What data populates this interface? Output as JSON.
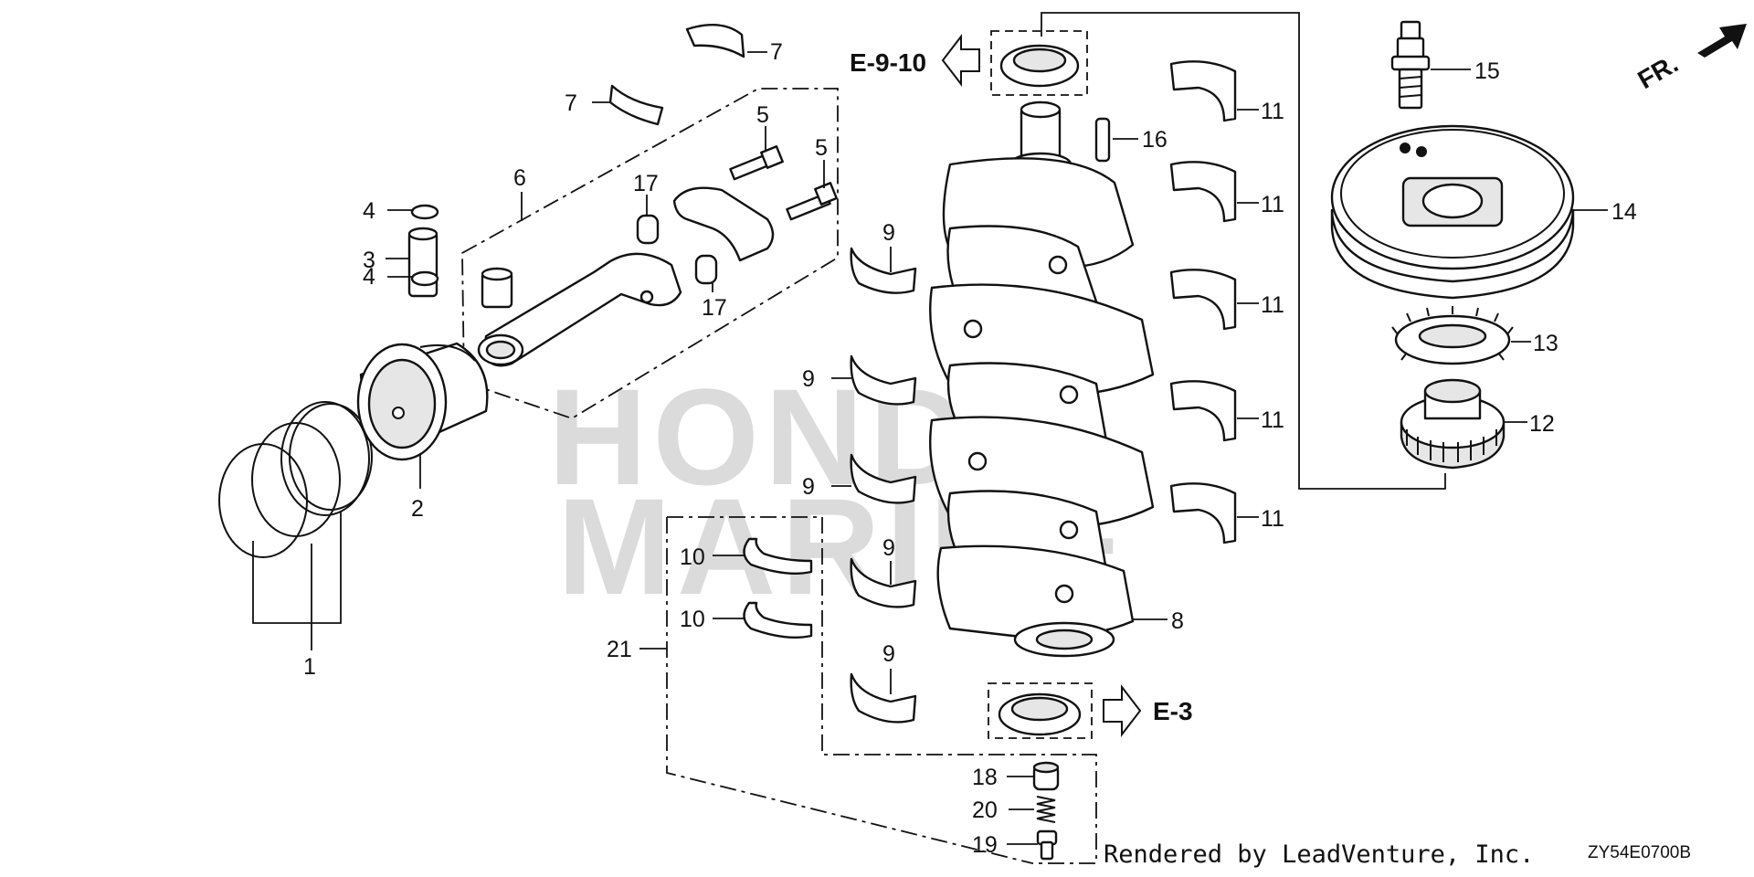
{
  "watermark": {
    "line1": "HONDA",
    "line2": "MARINE"
  },
  "front_indicator": "FR.",
  "references": {
    "upper": "E-9-10",
    "lower": "E-3"
  },
  "callouts": {
    "ring_set": "1",
    "piston": "2",
    "piston_pin": "3",
    "clip_top": "4",
    "clip_bottom": "4",
    "rod_bolt_a": "5",
    "rod_bolt_b": "5",
    "connecting_rod": "6",
    "rod_bearing_a": "7",
    "rod_bearing_b": "7",
    "crankshaft": "8",
    "main_bearing_a": "9",
    "main_bearing_b": "9",
    "main_bearing_c": "9",
    "main_bearing_d": "9",
    "main_bearing_e": "9",
    "thrust_washer_a": "10",
    "thrust_washer_b": "10",
    "upper_bearing_a": "11",
    "upper_bearing_b": "11",
    "upper_bearing_c": "11",
    "upper_bearing_d": "11",
    "upper_bearing_e": "11",
    "timing_gear": "12",
    "sensor_ring": "13",
    "flywheel": "14",
    "flywheel_bolt": "15",
    "key": "16",
    "dowel_a": "17",
    "dowel_b": "17",
    "relief_cap": "18",
    "relief_bolt": "19",
    "relief_spring": "20",
    "bearing_set": "21"
  },
  "footer": {
    "credit": "Rendered by LeadVenture, Inc.",
    "code": "ZY54E0700B"
  }
}
